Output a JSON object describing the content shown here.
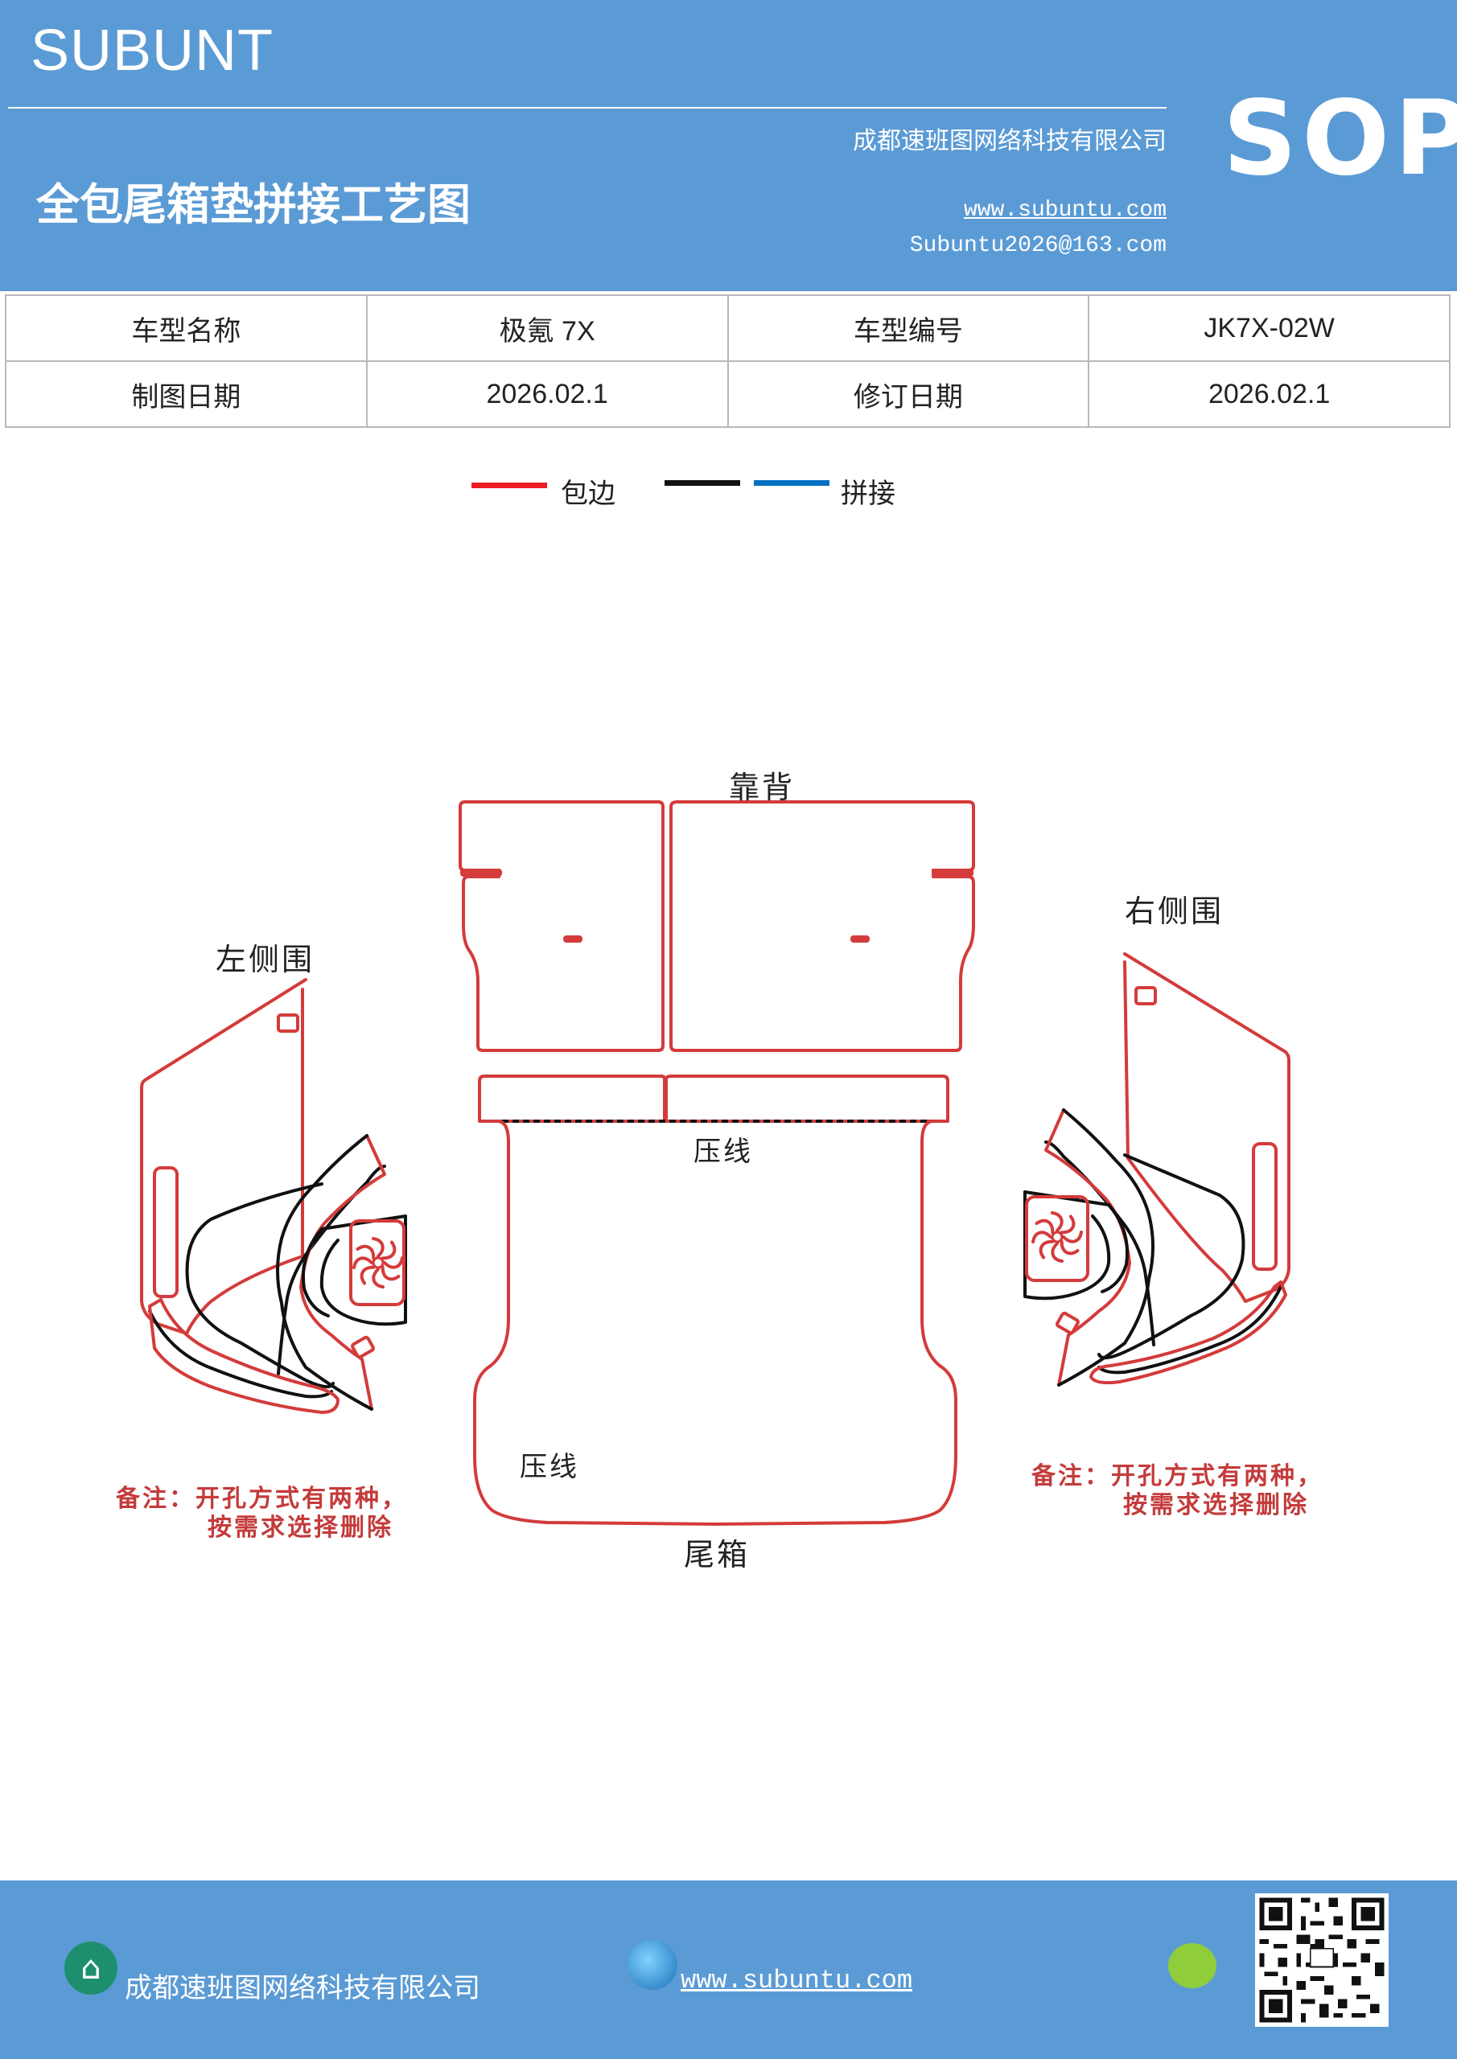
{
  "header": {
    "brand": "SUBUNT",
    "sop": "SOP",
    "title": "全包尾箱垫拼接工艺图",
    "company": "成都速班图网络科技有限公司",
    "website": "www.subuntu.com",
    "email": "Subuntu2026@163.com"
  },
  "info": {
    "model_name_label": "车型名称",
    "model_name_value": "极氪 7X",
    "model_code_label": "车型编号",
    "model_code_value": "JK7X-02W",
    "draw_date_label": "制图日期",
    "draw_date_value": "2026.02.1",
    "revise_date_label": "修订日期",
    "revise_date_value": "2026.02.1"
  },
  "legend": {
    "edge_label": "包边",
    "splice_label": "拼接",
    "colors": {
      "edge": "#ee1c23",
      "splice_black": "#111111",
      "splice_blue": "#0070c0"
    }
  },
  "diagram": {
    "backrest_label": "靠背",
    "left_side_label": "左侧围",
    "right_side_label": "右侧围",
    "press_line_label_top": "压线",
    "press_line_label_bottom": "压线",
    "trunk_label": "尾箱",
    "note_left_line1": "备注：开孔方式有两种，",
    "note_left_line2": "按需求选择删除",
    "note_right_line1": "备注：开孔方式有两种，",
    "note_right_line2": "按需求选择删除"
  },
  "footer": {
    "company": "成都速班图网络科技有限公司",
    "website": "www.subuntu.com",
    "home_icon": "building-icon",
    "globe_icon": "globe-icon",
    "chat_icon": "wechat-icon"
  }
}
